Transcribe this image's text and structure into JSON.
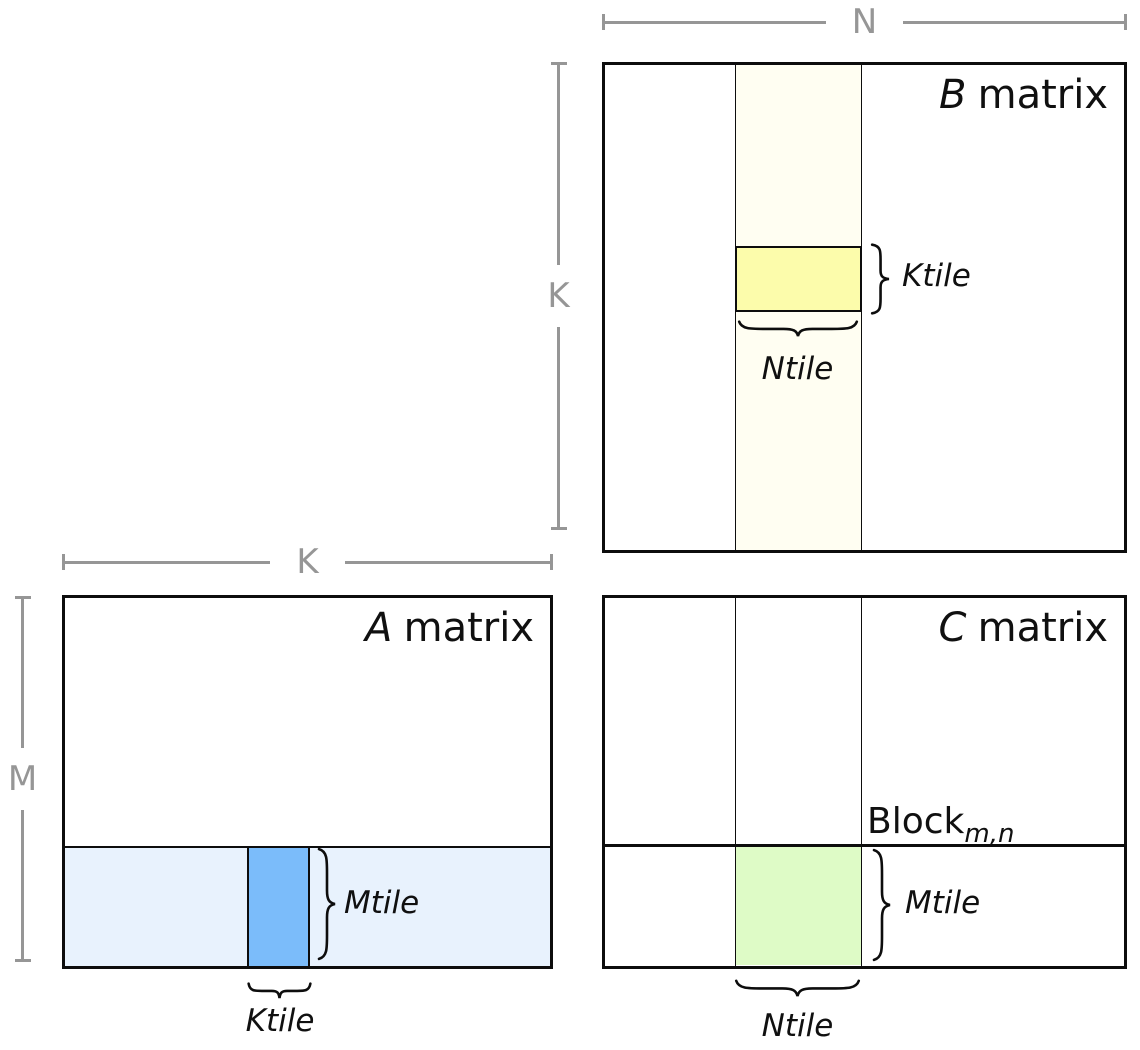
{
  "palette": {
    "border": "#0d0d0d",
    "dim": "#969696",
    "ivory_band": "#fffef2",
    "yellow_tile": "#fcfcab",
    "blue_band": "#e8f2fd",
    "blue_tile": "#7bbcfa",
    "green_tile": "#defbc6"
  },
  "dimensions": {
    "n_label": "N",
    "k_label_b": "K",
    "k_label_a": "K",
    "m_label": "M"
  },
  "matrices": {
    "b": {
      "name": "B",
      "suffix": "matrix",
      "ktile_label": "Ktile",
      "ntile_label": "Ntile"
    },
    "a": {
      "name": "A",
      "suffix": "matrix",
      "mtile_label": "Mtile",
      "ktile_label": "Ktile"
    },
    "c": {
      "name": "C",
      "suffix": "matrix",
      "block_label": "Block",
      "block_subscript": "m,n",
      "mtile_label": "Mtile",
      "ntile_label": "Ntile"
    }
  }
}
